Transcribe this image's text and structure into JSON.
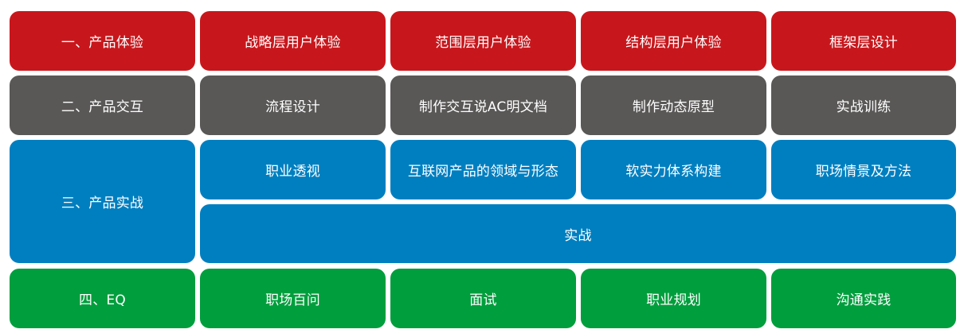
{
  "rows": [
    {
      "category": "一、产品体验",
      "items": [
        "战略层用户体验",
        "范围层用户体验",
        "结构层用户体验",
        "框架层设计"
      ],
      "color": "#c8171c"
    },
    {
      "category": "二、产品交互",
      "items": [
        "流程设计",
        "制作交互说AC明文档",
        "制作动态原型",
        "实战训练"
      ],
      "color": "#5a5857"
    },
    {
      "category": "三、产品实战",
      "items": [
        "职业透视",
        "互联网产品的领域与形态",
        "软实力体系构建",
        "职场情景及方法"
      ],
      "wide_item": "实战",
      "color": "#007fc0"
    },
    {
      "category": "四、EQ",
      "items": [
        "职场百问",
        "面试",
        "职业规划",
        "沟通实践"
      ],
      "color": "#009e3d"
    }
  ]
}
